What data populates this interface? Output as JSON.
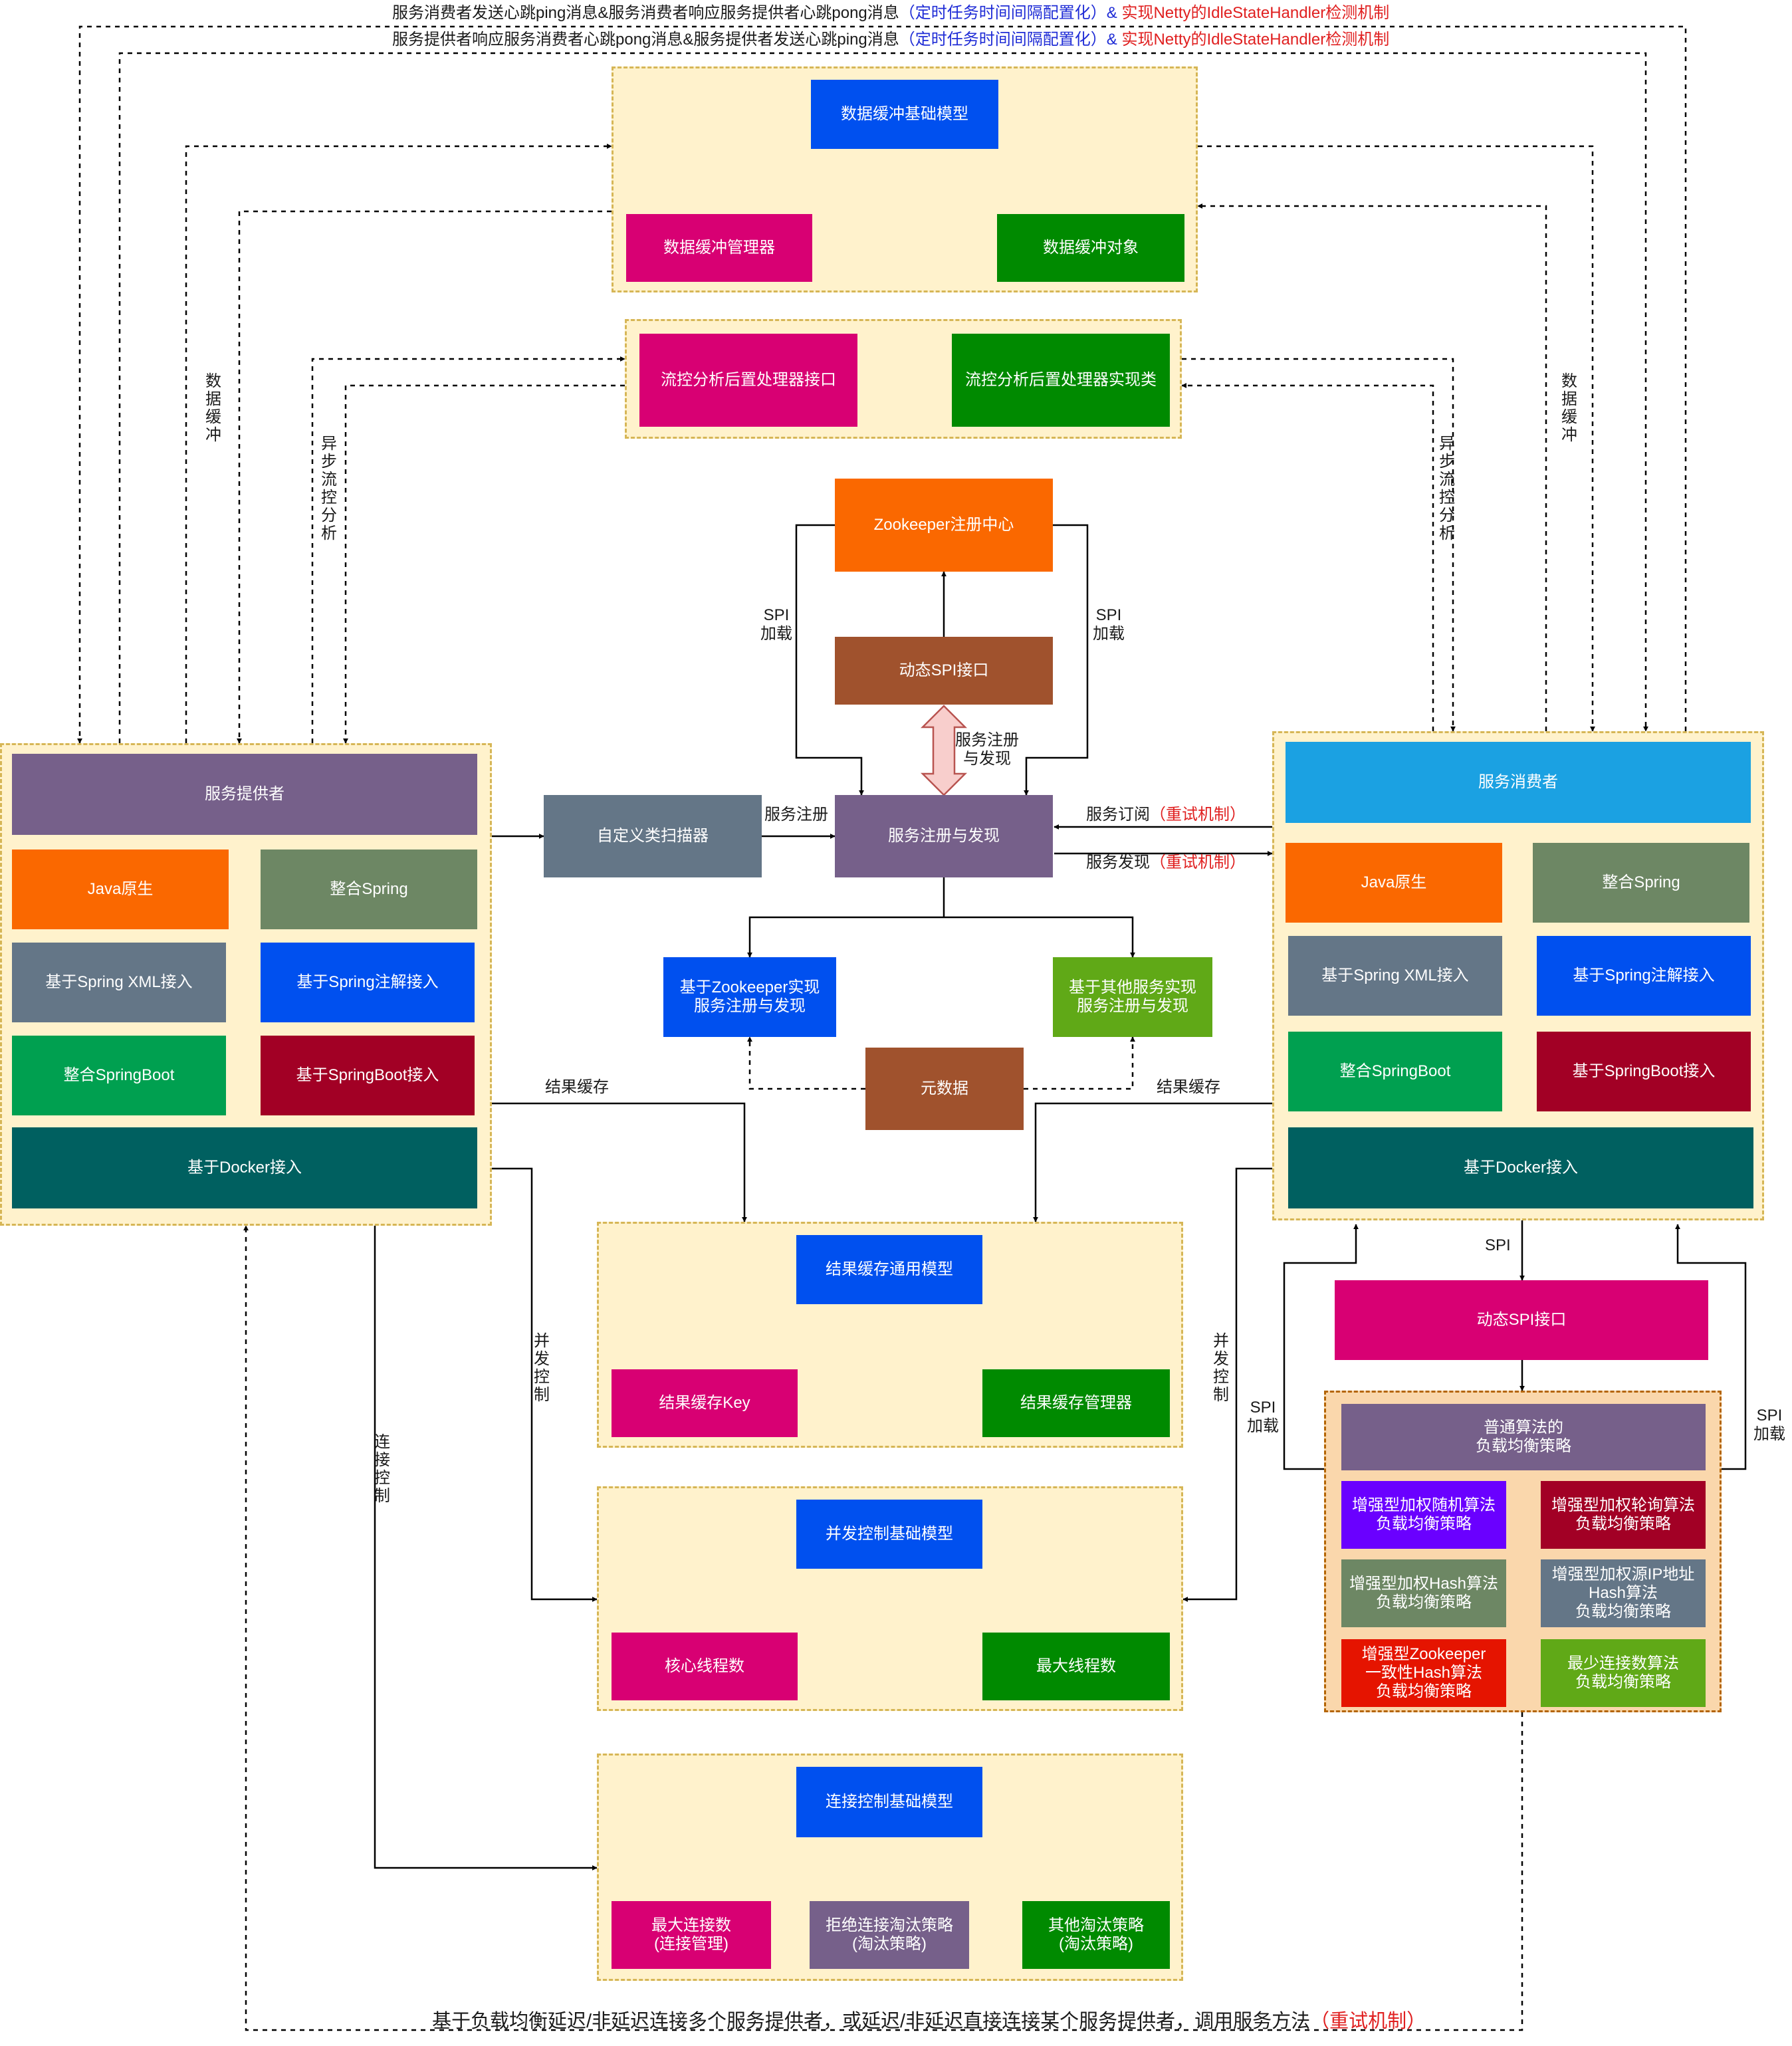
{
  "colors": {
    "blue": "#0050ef",
    "magenta": "#d80073",
    "green": "#008a00",
    "purple": "#76608a",
    "orange": "#fa6800",
    "olive": "#6d8764",
    "slate": "#647687",
    "emerald": "#00a050",
    "crimson": "#a20025",
    "teal": "#006060",
    "brown": "#a0522d",
    "sky": "#1ba1e2",
    "violet": "#6a00ff",
    "red": "#e51400",
    "lime": "#60a917",
    "group_fill": "#fff2cc",
    "group_border": "#d6b656"
  },
  "top_notes": {
    "line1": {
      "text": "服务消费者发送心跳ping消息&服务消费者响应服务提供者心跳pong消息",
      "blue": "（定时任务时间间隔配置化）",
      "amp": "& ",
      "red": "实现Netty的IdleStateHandler检测机制"
    },
    "line2": {
      "text": "服务提供者响应服务消费者心跳pong消息&服务提供者发送心跳ping消息",
      "blue": "（定时任务时间间隔配置化）",
      "amp": "& ",
      "red": "实现Netty的IdleStateHandler检测机制"
    }
  },
  "data_cache": {
    "model": "数据缓冲基础模型",
    "manager": "数据缓冲管理器",
    "object": "数据缓冲对象"
  },
  "flow_control": {
    "interface": "流控分析后置处理器接口",
    "impl": "流控分析后置处理器实现类"
  },
  "registry": {
    "zookeeper": "Zookeeper注册中心",
    "dynamic_spi": "动态SPI接口",
    "discovery": "服务注册与发现",
    "scanner": "自定义类扫描器",
    "zk_impl": "基于Zookeeper实现\n服务注册与发现",
    "other_impl": "基于其他服务实现\n服务注册与发现",
    "metadata": "元数据"
  },
  "provider": {
    "title": "服务提供者",
    "items": [
      "Java原生",
      "整合Spring",
      "基于Spring XML接入",
      "基于Spring注解接入",
      "整合SpringBoot",
      "基于SpringBoot接入"
    ],
    "docker": "基于Docker接入"
  },
  "consumer": {
    "title": "服务消费者",
    "items": [
      "Java原生",
      "整合Spring",
      "基于Spring XML接入",
      "基于Spring注解接入",
      "整合SpringBoot",
      "基于SpringBoot接入"
    ],
    "docker": "基于Docker接入"
  },
  "result_cache": {
    "model": "结果缓存通用模型",
    "key": "结果缓存Key",
    "manager": "结果缓存管理器"
  },
  "concurrency": {
    "model": "并发控制基础模型",
    "core": "核心线程数",
    "max": "最大线程数"
  },
  "connection": {
    "model": "连接控制基础模型",
    "max": "最大连接数\n(连接管理)",
    "reject": "拒绝连接淘汰策略\n(淘汰策略)",
    "other": "其他淘汰策略\n(淘汰策略)"
  },
  "load_balance": {
    "spi": "动态SPI接口",
    "normal": "普通算法的\n负载均衡策略",
    "items": [
      "增强型加权随机算法\n负载均衡策略",
      "增强型加权轮询算法\n负载均衡策略",
      "增强型加权Hash算法\n负载均衡策略",
      "增强型加权源IP地址\nHash算法\n负载均衡策略",
      "增强型Zookeeper\n一致性Hash算法\n负载均衡策略",
      "最少连接数算法\n负载均衡策略"
    ]
  },
  "labels": {
    "data_cache": "数据缓冲",
    "async_flow": "异步流控分析",
    "spi_load": "SPI\n加载",
    "reg_discovery": "服务注册\n与发现",
    "register": "服务注册",
    "subscribe": "服务订阅",
    "discover": "服务发现",
    "retry": "（重试机制）",
    "result_cache": "结果缓存",
    "concurrency": "并发控制",
    "connection": "连接控制",
    "spi": "SPI"
  },
  "bottom_note": {
    "text": "基于负载均衡延迟/非延迟连接多个服务提供者，或延迟/非延迟直接连接某个服务提供者，调用服务方法",
    "red": "（重试机制）"
  }
}
